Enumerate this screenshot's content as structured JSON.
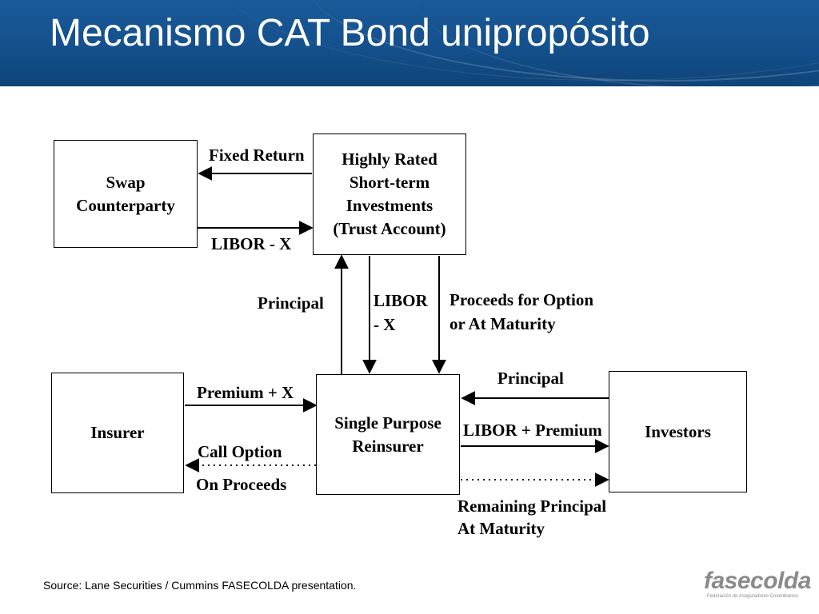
{
  "header": {
    "title": "Mecanismo CAT Bond unipropósito"
  },
  "boxes": {
    "swap": "Swap\nCounterparty",
    "trust": "Highly Rated\nShort-term\nInvestments\n(Trust Account)",
    "insurer": "Insurer",
    "spr": "Single Purpose\nReinsurer",
    "investors": "Investors"
  },
  "flows": {
    "fixed_return": "Fixed Return",
    "libor_x_swap": "LIBOR - X",
    "principal_up": "Principal",
    "libor_x_down": "LIBOR\n - X",
    "proceeds": "Proceeds for Option\nor At Maturity",
    "premium_x": "Premium + X",
    "call_option": "Call Option",
    "on_proceeds": "On Proceeds",
    "principal_investors": "Principal",
    "libor_premium": "LIBOR + Premium",
    "remaining_principal": "Remaining Principal\nAt Maturity"
  },
  "footer": {
    "source": "Source: Lane Securities / Cummins FASECOLDA presentation."
  },
  "logo": {
    "name": "fasecolda",
    "tagline": "Federación de Aseguradores Colombianos"
  },
  "colors": {
    "title_bar": "#14508c",
    "title_text": "#ffffff",
    "logo": "#8a8a8a"
  }
}
